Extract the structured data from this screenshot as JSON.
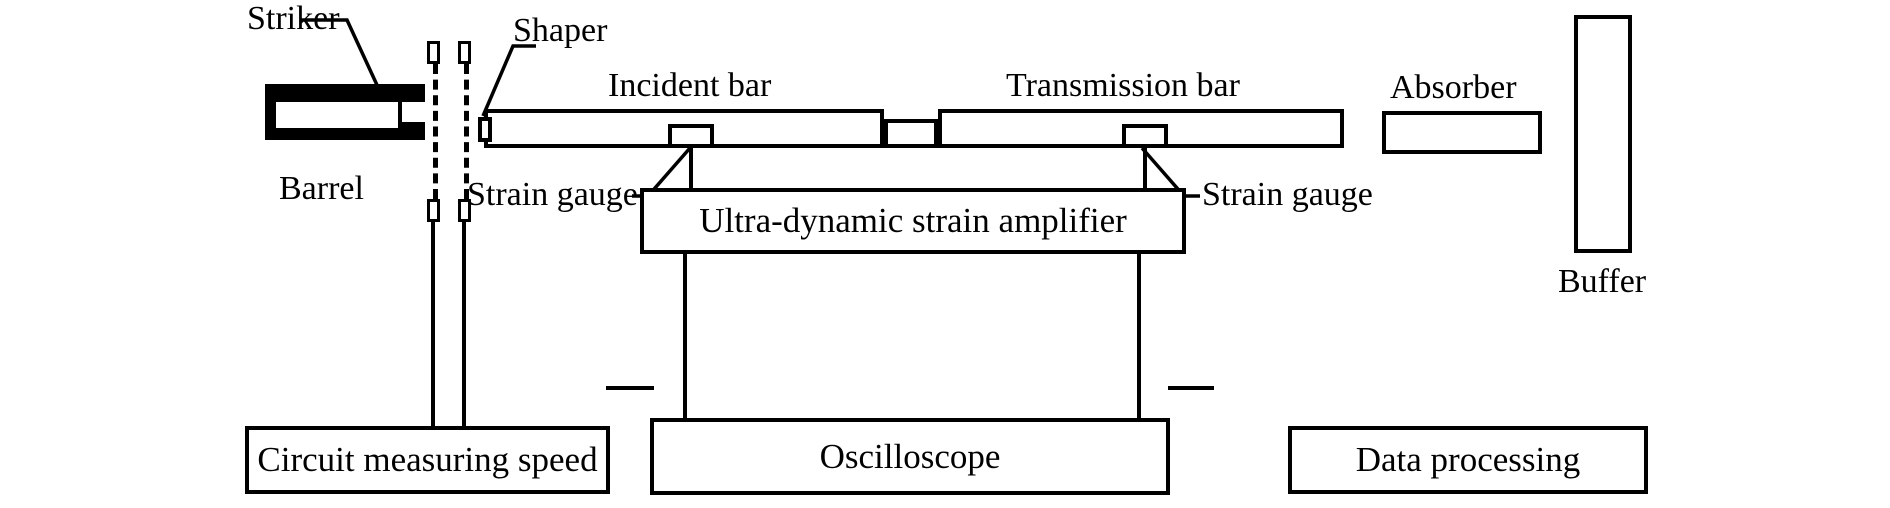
{
  "diagram": {
    "title": "Split Hopkinson Pressure Bar (SHPB) experimental setup",
    "stroke_color": "#000000",
    "fill_color": "#ffffff",
    "background": "#ffffff"
  },
  "labels": {
    "striker": "Striker",
    "shaper": "Shaper",
    "barrel": "Barrel",
    "incident_bar": "Incident bar",
    "transmission_bar": "Transmission bar",
    "absorber": "Absorber",
    "buffer": "Buffer",
    "strain_gauge_left": "Strain gauge",
    "strain_gauge_right": "Strain gauge"
  },
  "boxes": {
    "amplifier": "Ultra-dynamic strain amplifier",
    "circuit": "Circuit measuring speed",
    "oscilloscope": "Oscilloscope",
    "data_processing": "Data processing"
  },
  "components": [
    {
      "name": "barrel",
      "type": "solid-c-shape"
    },
    {
      "name": "striker",
      "type": "rectangle"
    },
    {
      "name": "velocity-gate-1",
      "type": "laser-gate"
    },
    {
      "name": "velocity-gate-2",
      "type": "laser-gate"
    },
    {
      "name": "shaper",
      "type": "small-rectangle"
    },
    {
      "name": "incident-bar",
      "type": "long-bar"
    },
    {
      "name": "specimen",
      "type": "small-block"
    },
    {
      "name": "transmission-bar",
      "type": "long-bar"
    },
    {
      "name": "absorber",
      "type": "rectangle"
    },
    {
      "name": "buffer",
      "type": "tall-rectangle"
    },
    {
      "name": "strain-gauge-incident",
      "type": "small-rectangle"
    },
    {
      "name": "strain-gauge-transmission",
      "type": "small-rectangle"
    }
  ],
  "signal_flow": [
    {
      "from": "strain-gauge-incident",
      "to": "amplifier"
    },
    {
      "from": "strain-gauge-transmission",
      "to": "amplifier"
    },
    {
      "from": "amplifier",
      "to": "oscilloscope"
    },
    {
      "from": "velocity-gate-1",
      "to": "circuit"
    },
    {
      "from": "velocity-gate-2",
      "to": "circuit"
    },
    {
      "from": "circuit",
      "to": "oscilloscope"
    },
    {
      "from": "oscilloscope",
      "to": "data-processing"
    }
  ]
}
